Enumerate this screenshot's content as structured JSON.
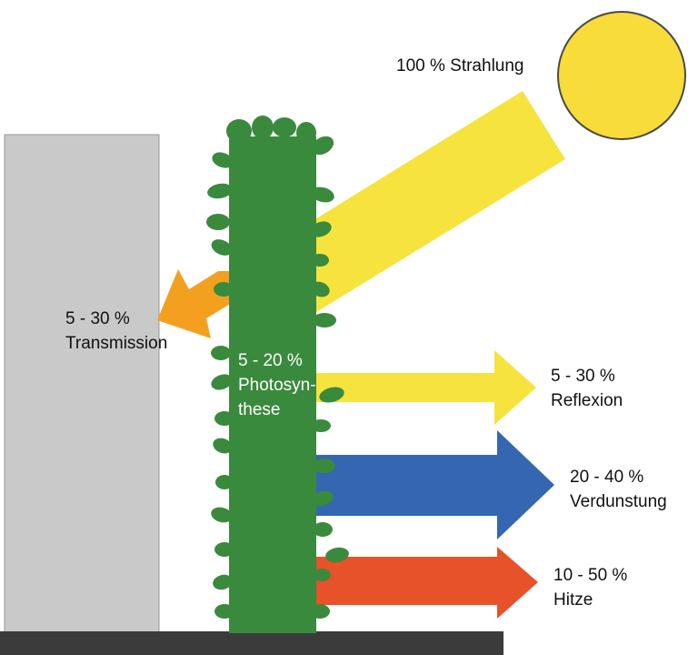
{
  "diagram": {
    "radiation": {
      "percent": "100 %",
      "label": "Strahlung"
    },
    "transmission": {
      "percent": "5 - 30 %",
      "label": "Transmission"
    },
    "photosynthesis": {
      "percent": "5 - 20 %",
      "line1": "Photosyn-",
      "line2": "these"
    },
    "reflection": {
      "percent": "5 - 30 %",
      "label": "Reflexion"
    },
    "evaporation": {
      "percent": "20 - 40 %",
      "label": "Verdunstung"
    },
    "heat": {
      "percent": "10 - 50 %",
      "label": "Hitze"
    }
  },
  "colors": {
    "sun": "#f7dc3a",
    "sun_outline": "#4a4a4a",
    "sunbeam": "#f6e33e",
    "wall": "#c9c9c9",
    "ground": "#3b3b3b",
    "foliage": "#3a8a3d",
    "transmission_arrow": "#f3a020",
    "reflection_arrow": "#f6e33e",
    "evaporation_arrow": "#3566b1",
    "heat_arrow": "#e8522a",
    "label_text": "#111111",
    "foliage_text": "#ffffff"
  },
  "icons": {
    "sun": "sun-icon",
    "plant": "green-wall-foliage"
  }
}
